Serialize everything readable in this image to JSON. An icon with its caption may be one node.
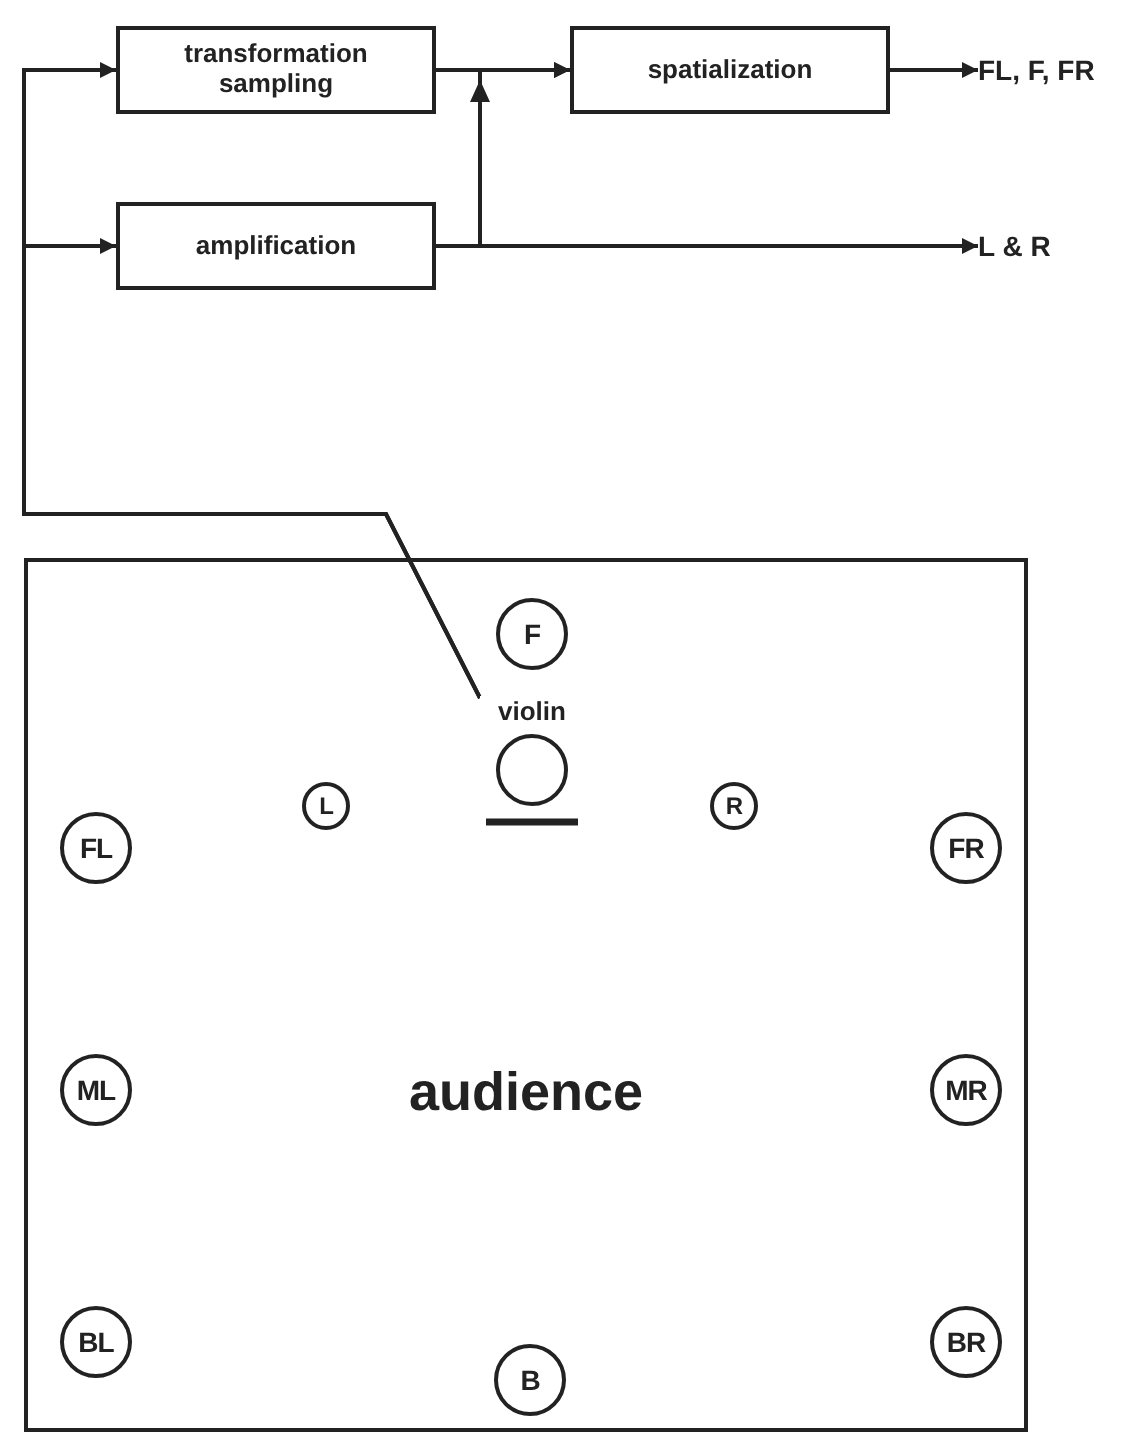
{
  "diagram": {
    "nodes": [
      {
        "text": [
          "transformation sampling"
        ]
      },
      {
        "text": [
          "amplification"
        ]
      },
      {
        "text": [
          "spatialization"
        ]
      },
      {
        "text": [
          "FL, F, FR"
        ]
      },
      {
        "text": [
          "L & R"
        ]
      },
      {
        "text": [
          "audience"
        ]
      },
      {
        "text": [
          "violin"
        ],
        "in": 5
      },
      {
        "text": [
          "F"
        ],
        "in": 5
      },
      {
        "text": [
          "L"
        ],
        "in": 5
      },
      {
        "text": [
          "R"
        ],
        "in": 5
      },
      {
        "text": [
          "FL"
        ],
        "in": 5
      },
      {
        "text": [
          "FR"
        ],
        "in": 5
      },
      {
        "text": [
          "ML"
        ],
        "in": 5
      },
      {
        "text": [
          "MR"
        ],
        "in": 5
      },
      {
        "text": [
          "BL"
        ],
        "in": 5
      },
      {
        "text": [
          "BR"
        ],
        "in": 5
      },
      {
        "text": [
          "B"
        ],
        "in": 5
      }
    ],
    "edges": [
      {
        "from": 6,
        "to": 0,
        "arrow": "to"
      },
      {
        "from": 6,
        "to": 1,
        "arrow": "to"
      },
      {
        "from": 0,
        "to": 2,
        "arrow": "to"
      },
      {
        "from": 1,
        "to": 2,
        "arrow": "to"
      },
      {
        "from": 1,
        "to": 4,
        "arrow": "to"
      },
      {
        "from": 2,
        "to": 3,
        "arrow": "to"
      }
    ]
  }
}
